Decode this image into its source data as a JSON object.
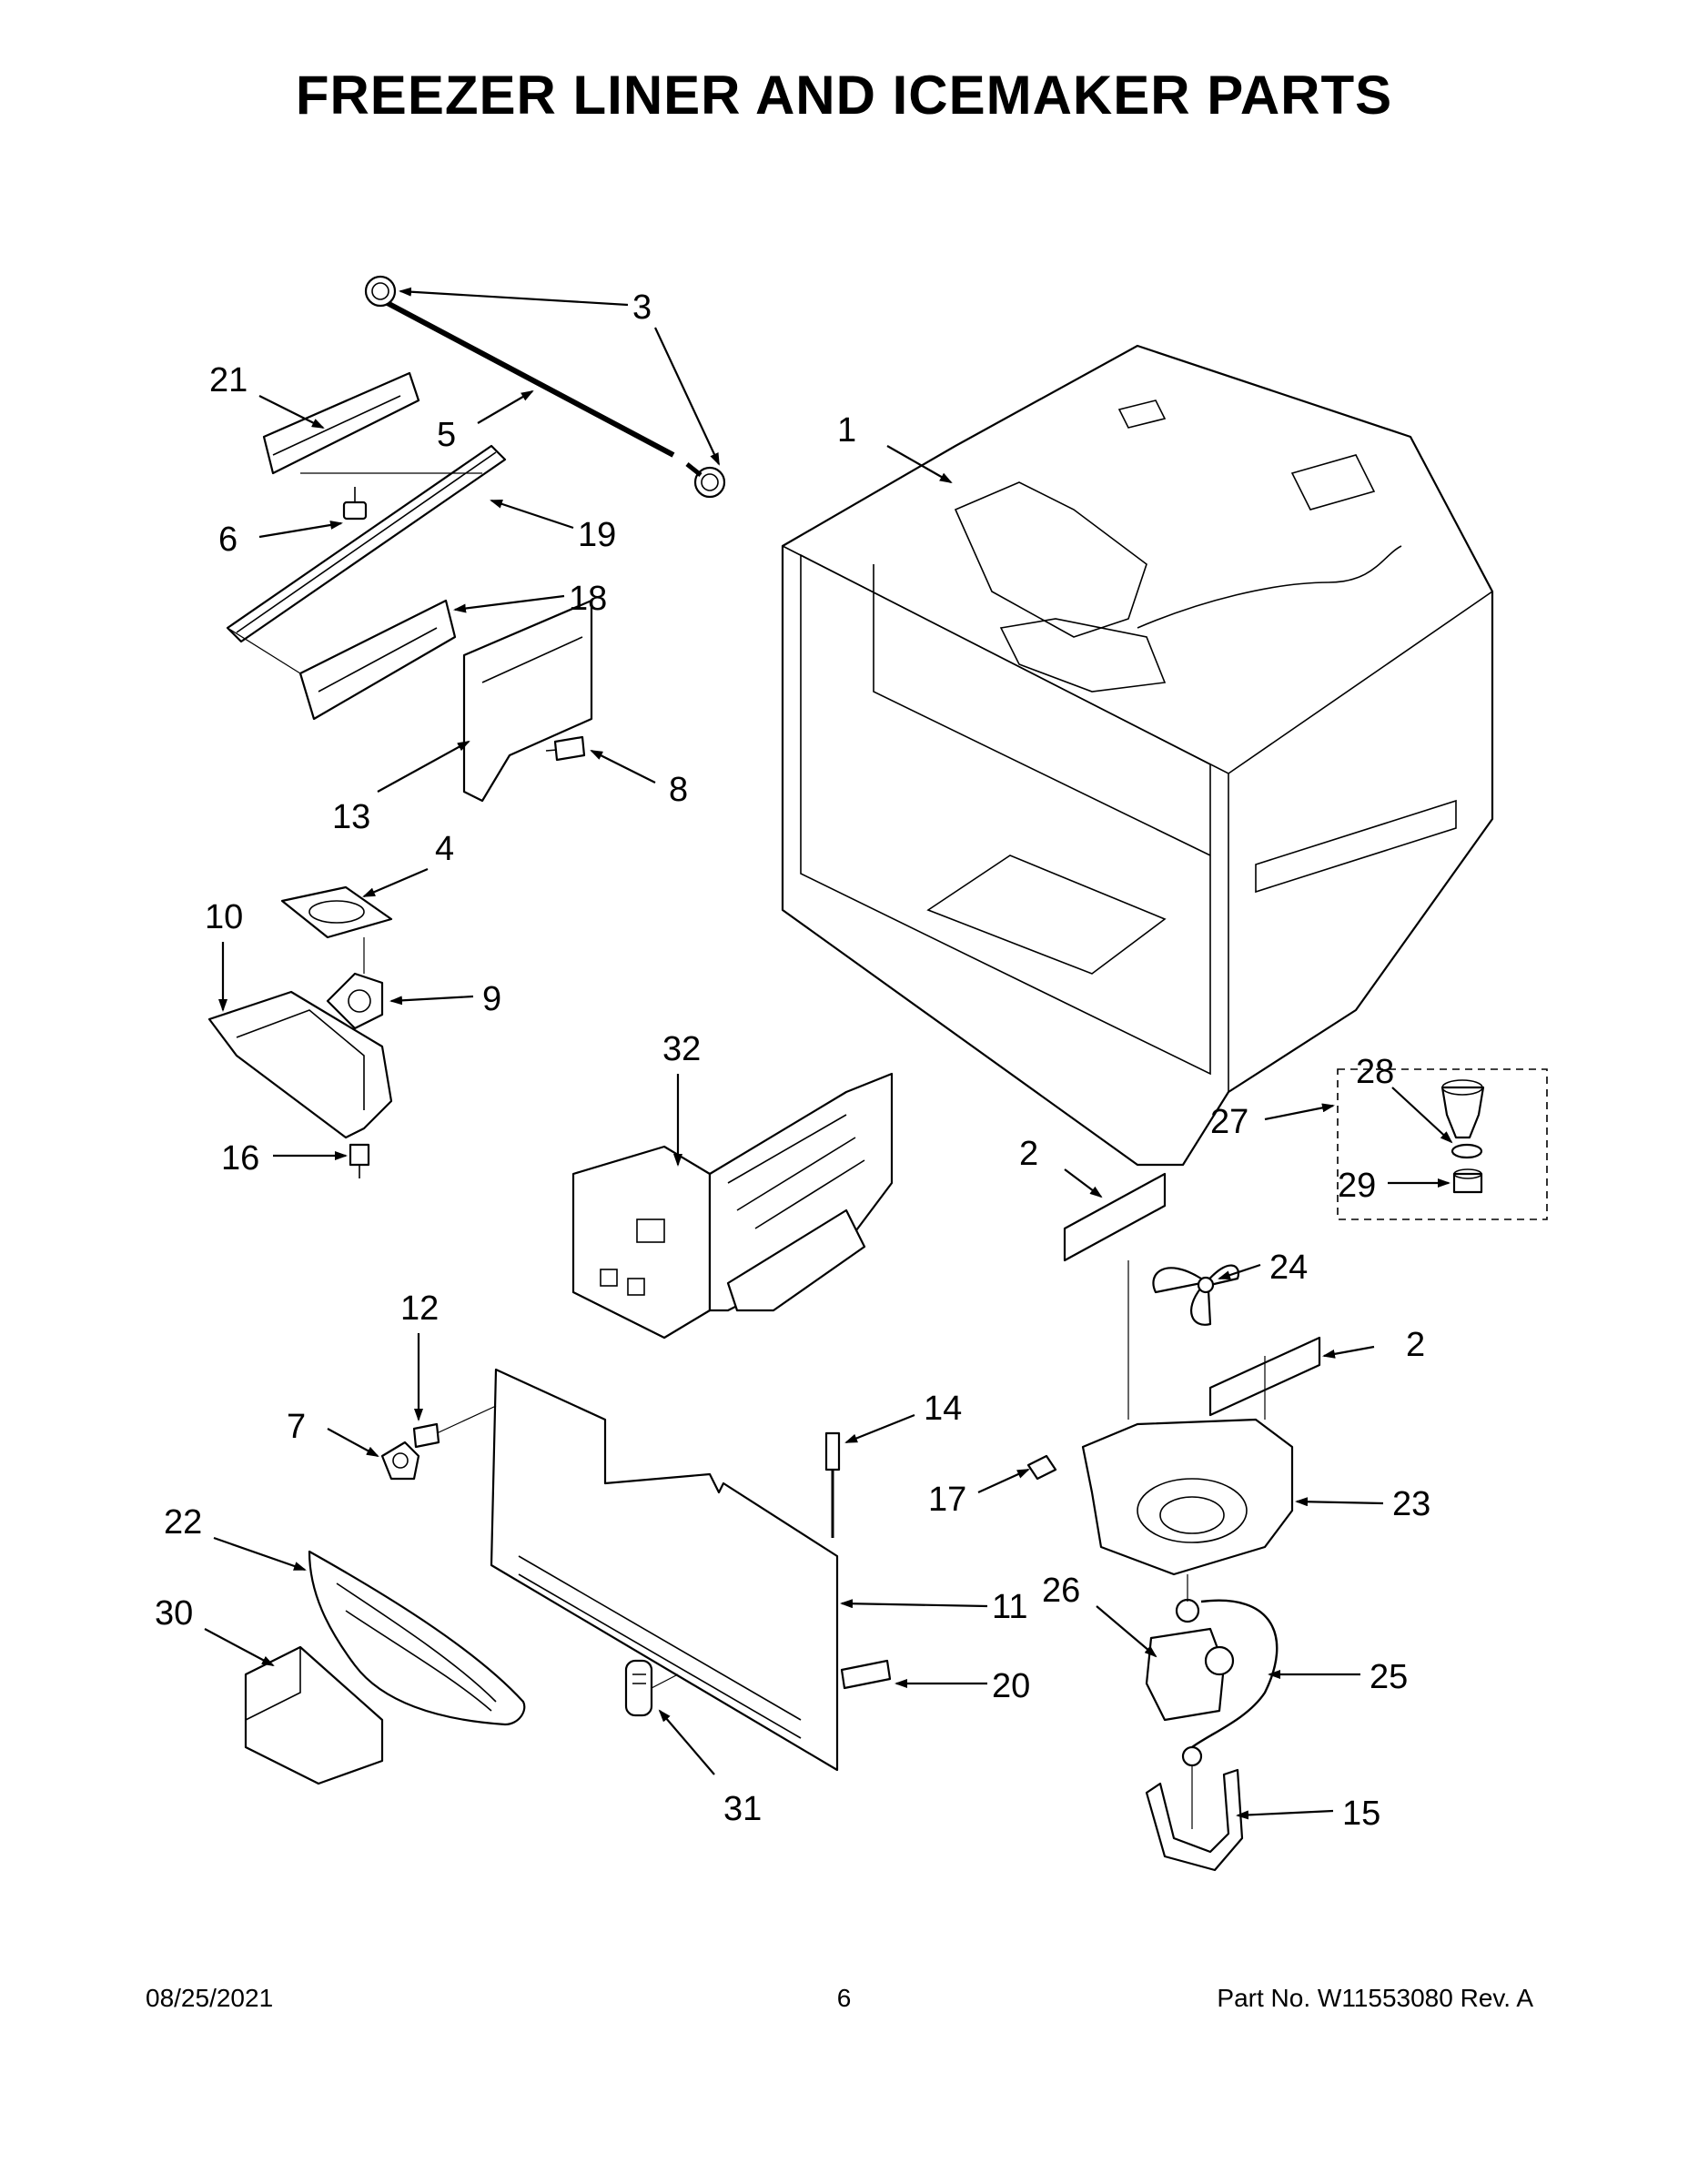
{
  "page": {
    "title": "FREEZER LINER AND ICEMAKER PARTS",
    "footer_date": "08/25/2021",
    "footer_page": "6",
    "footer_part": "Part No.  W11553080  Rev.  A"
  },
  "callouts": {
    "c1": "1",
    "c2a": "2",
    "c2b": "2",
    "c3": "3",
    "c4": "4",
    "c5": "5",
    "c6": "6",
    "c7": "7",
    "c8": "8",
    "c9": "9",
    "c10": "10",
    "c11": "11",
    "c12": "12",
    "c13": "13",
    "c14": "14",
    "c15": "15",
    "c16": "16",
    "c17": "17",
    "c18": "18",
    "c19": "19",
    "c20": "20",
    "c21": "21",
    "c22": "22",
    "c23": "23",
    "c24": "24",
    "c25": "25",
    "c26": "26",
    "c27": "27",
    "c28": "28",
    "c29": "29",
    "c30": "30",
    "c31": "31",
    "c32": "32"
  }
}
